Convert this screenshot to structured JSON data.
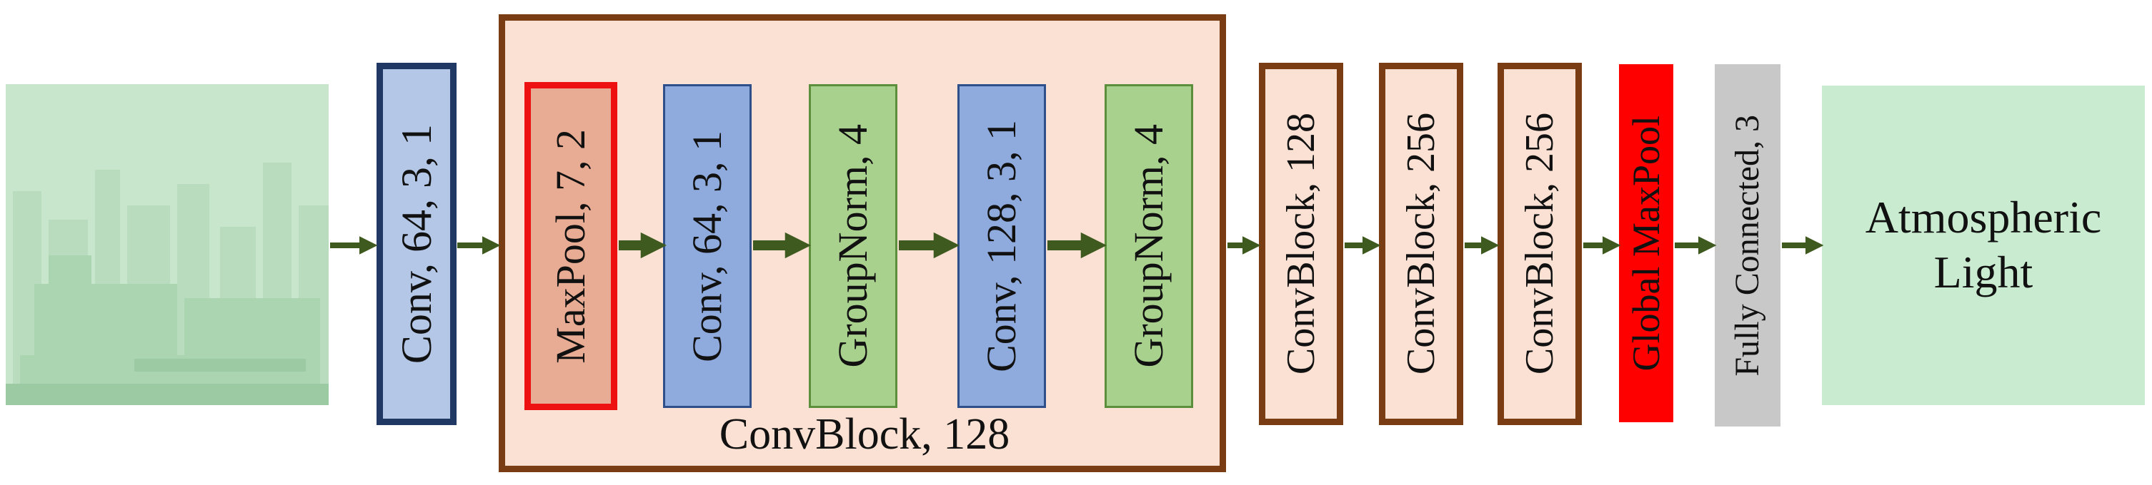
{
  "input": {
    "icon": "hazy-city-image"
  },
  "blocks": {
    "conv1": "Conv, 64, 3, 1",
    "maxpool": "MaxPool, 7, 2",
    "conv2": "Conv, 64, 3, 1",
    "groupnorm1": "GroupNorm, 4",
    "conv3": "Conv, 128, 3, 1",
    "groupnorm2": "GroupNorm, 4",
    "convblock1": "ConvBlock, 128",
    "convblock2": "ConvBlock, 256",
    "convblock3": "ConvBlock, 256",
    "globalmaxpool": "Global MaxPool",
    "fullyconnected": "Fully Connected, 3"
  },
  "container": {
    "label": "ConvBlock, 128"
  },
  "output": {
    "line1": "Atmospheric",
    "line2": "Light"
  },
  "colors": {
    "arrow": "#3e5a1e",
    "conv_light_blue": "#b4c7e7",
    "conv_blue": "#8faadc",
    "group_norm_green": "#a9d18e",
    "maxpool_salmon": "#e8ab93",
    "red_border": "#ee1111",
    "brown_border": "#7a3c13",
    "navy_border": "#1f3864",
    "peach_fill": "#fbe1d3",
    "global_red": "#ff0000",
    "gray": "#c8c8c8",
    "output_green": "#c9ebd0"
  }
}
